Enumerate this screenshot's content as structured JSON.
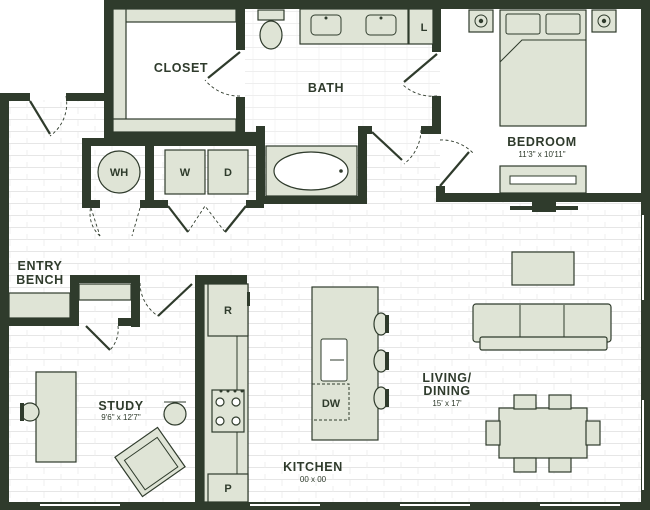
{
  "rooms": {
    "closet": "CLOSET",
    "bath": "BATH",
    "bedroom": "BEDROOM",
    "bedroom_dim": "11'3\" x 10'11\"",
    "entry_line1": "ENTRY",
    "entry_line2": "BENCH",
    "study": "STUDY",
    "study_dim": "9'6\" x 12'7\"",
    "kitchen": "KITCHEN",
    "kitchen_dim": "00 x 00",
    "living_line1": "LIVING/",
    "living_line2": "DINING",
    "living_dim": "15' x 17'"
  },
  "fixtures": {
    "linen": "L",
    "water_heater": "WH",
    "washer": "W",
    "dryer": "D",
    "refrigerator": "R",
    "pantry": "P",
    "dishwasher": "DW"
  },
  "colors": {
    "wall": "#2f3b2c",
    "fixture_fill": "#dfe4d6",
    "floor_line": "#e6e6e6"
  }
}
